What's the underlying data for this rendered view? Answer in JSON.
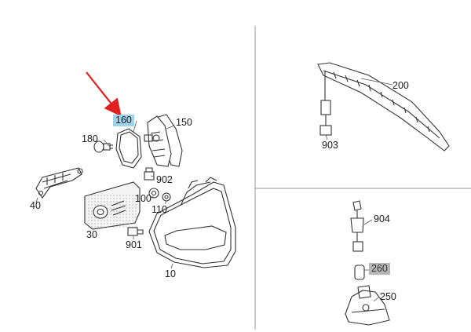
{
  "callouts": {
    "p10": "10",
    "p30": "30",
    "p40": "40",
    "p100": "100",
    "p110": "110",
    "p150": "150",
    "p160": "160",
    "p180": "180",
    "p200": "200",
    "p250": "250",
    "p260": "260",
    "p901": "901",
    "p902": "902",
    "p903": "903",
    "p904": "904"
  },
  "highlight": {
    "selected_part": "160",
    "selected_color": "#9fd3ec",
    "secondary_part": "260",
    "secondary_color": "#b5b5b5",
    "pointer_arrow_color": "#e02020"
  }
}
